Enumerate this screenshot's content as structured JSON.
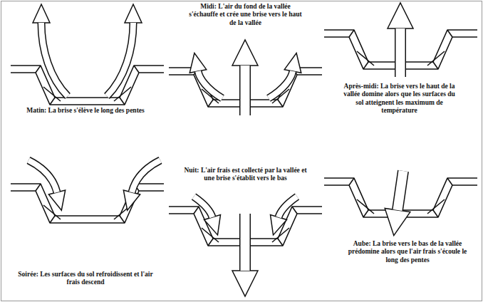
{
  "diagram": {
    "labels": [
      "Matin: La brise s'élève le long des pentes",
      "Midi: L'air du fond de la vallée s'échauffe et crée une brise vers le haut de la vallée",
      "Après-midi: La brise vers le haut de la vallée domine alors que les surfaces du sol atteignent les maximum de température",
      "Soirée: Les surfaces du sol refroidissent et l'air frais descend",
      "Nuit: L'air frais est collecté par la vallée et une brise s'établit vers le bas",
      "Aube: La brise vers le bas de la vallée prédomine alors que l'air frais s'écoule le long des pentes"
    ]
  }
}
